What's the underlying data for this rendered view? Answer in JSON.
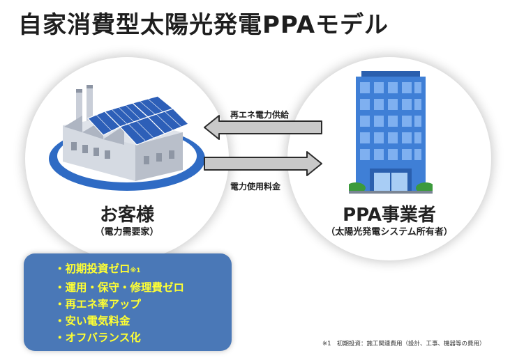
{
  "title": "自家消費型太陽光発電PPAモデル",
  "customer": {
    "name": "お客様",
    "subtitle": "（電力需要家）",
    "icon": "factory-with-solar-panels"
  },
  "provider": {
    "name": "PPA事業者",
    "subtitle": "（太陽光発電システム所有者）",
    "icon": "office-building"
  },
  "flows": {
    "supply_label": "再エネ電力供給",
    "payment_label": "電力使用料金"
  },
  "benefits": {
    "items": [
      {
        "text": "・初期投資ゼロ",
        "mark": "※1"
      },
      {
        "text": "・運用・保守・修理費ゼロ",
        "mark": ""
      },
      {
        "text": "・再エネ率アップ",
        "mark": ""
      },
      {
        "text": "・安い電気料金",
        "mark": ""
      },
      {
        "text": "・オフバランス化",
        "mark": ""
      }
    ]
  },
  "footnote": "※1　初期投資：施工関連費用（設計、工事、機器等の費用）",
  "colors": {
    "benefit_box": "#4a78b7",
    "benefit_text": "#ffff33",
    "arrow_fill": "#c9c9c9",
    "building_blue": "#3f7fd6",
    "solar_blue": "#2d5fb8"
  }
}
